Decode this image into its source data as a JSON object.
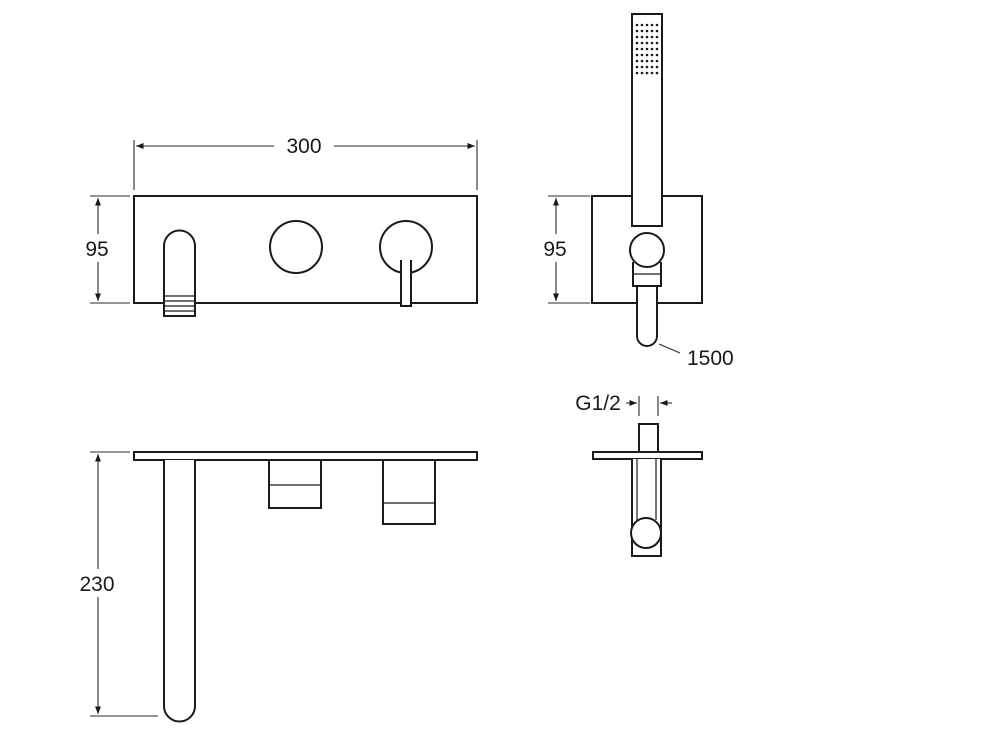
{
  "dimensions": {
    "panel_width": "300",
    "panel_height_front": "95",
    "panel_height_side": "95",
    "spout_projection": "230",
    "hose_length": "1500",
    "thread_size": "G1/2"
  },
  "colors": {
    "line": "#1a1a1a",
    "background": "#ffffff"
  }
}
